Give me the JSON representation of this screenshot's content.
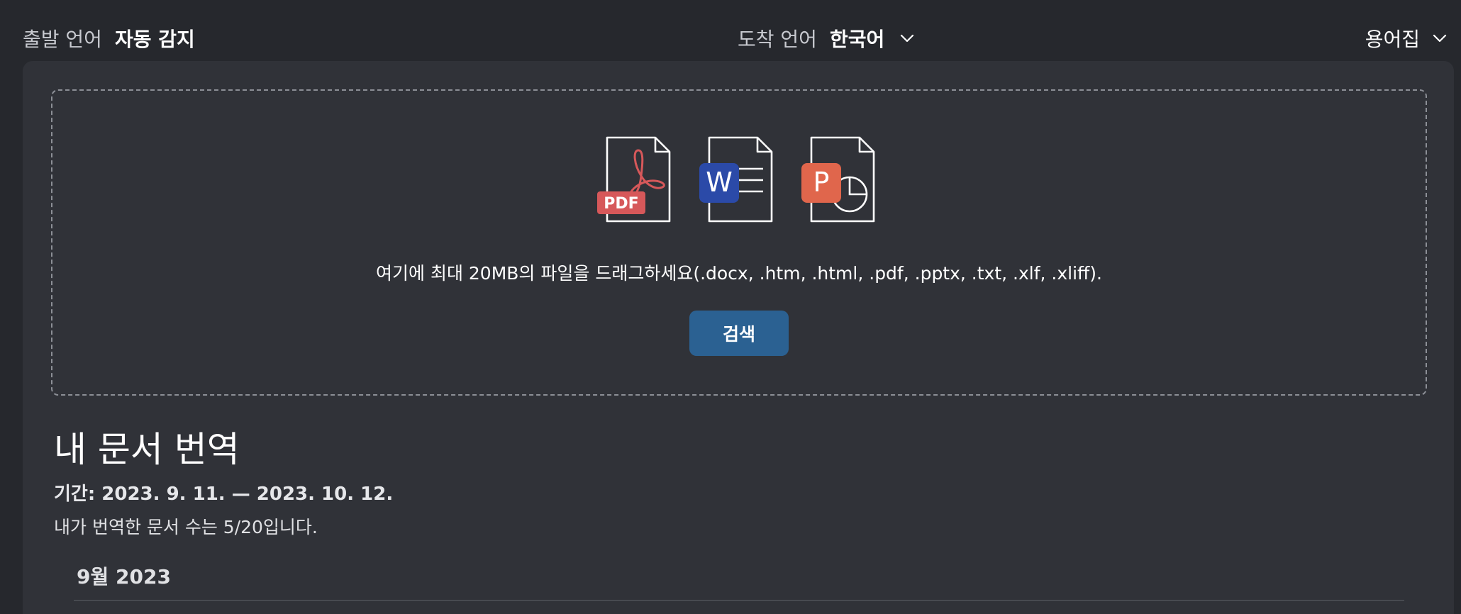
{
  "header": {
    "source_label": "출발 언어",
    "source_value": "자동 감지",
    "target_label": "도착 언어",
    "target_value": "한국어",
    "glossary_label": "용어집"
  },
  "upload": {
    "icons": [
      {
        "name": "pdf-file-icon",
        "badge": "PDF",
        "color": "#d6585a"
      },
      {
        "name": "word-file-icon",
        "badge": "W",
        "color": "#2b4aa8"
      },
      {
        "name": "powerpoint-file-icon",
        "badge": "P",
        "color": "#e0664c"
      }
    ],
    "instructions": "여기에 최대 20MB의 파일을 드래그하세요(.docx, .htm, .html, .pdf, .pptx, .txt, .xlf, .xliff).",
    "browse_label": "검색"
  },
  "documents": {
    "title": "내 문서 번역",
    "period": "기간: 2023. 9. 11. — 2023. 10. 12.",
    "count_text": "내가 번역한 문서 수는 5/20입니다.",
    "month_header": "9월 2023"
  },
  "colors": {
    "background": "#26282d",
    "panel": "#303238",
    "accent_button": "#2b6192"
  }
}
